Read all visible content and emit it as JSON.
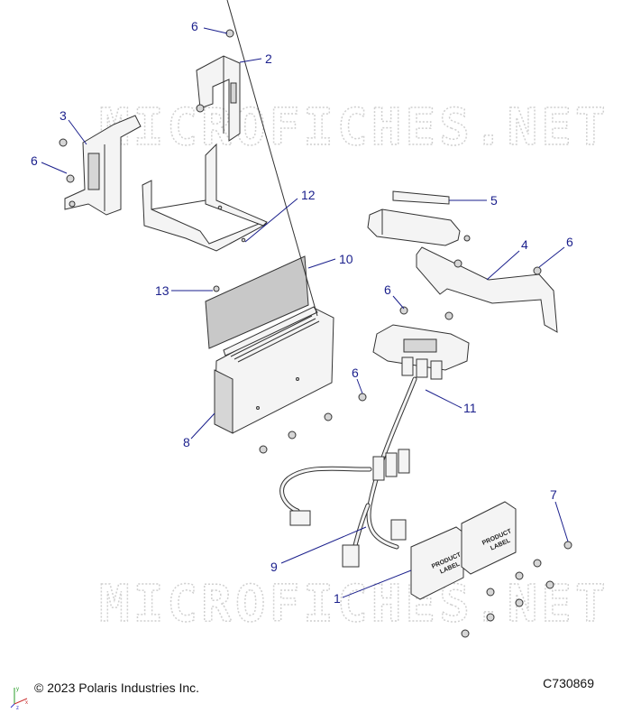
{
  "watermark_text": "MICROFICHES.NET",
  "copyright": "© 2023 Polaris Industries Inc.",
  "drawing_number": "C730869",
  "axis_labels": {
    "x": "x",
    "y": "y",
    "z": "z"
  },
  "product_label_lines": [
    "PRODUCT",
    "LABEL"
  ],
  "colors": {
    "callout": "#1a1f8c",
    "watermark": "#d0d0d0",
    "outline": "#333333"
  },
  "callouts": {
    "c1": "1",
    "c2": "2",
    "c3": "3",
    "c4": "4",
    "c5": "5",
    "c6a": "6",
    "c6b": "6",
    "c6c": "6",
    "c6d": "6",
    "c6e": "6",
    "c7": "7",
    "c8": "8",
    "c9": "9",
    "c10": "10",
    "c11": "11",
    "c12": "12",
    "c13": "13"
  }
}
